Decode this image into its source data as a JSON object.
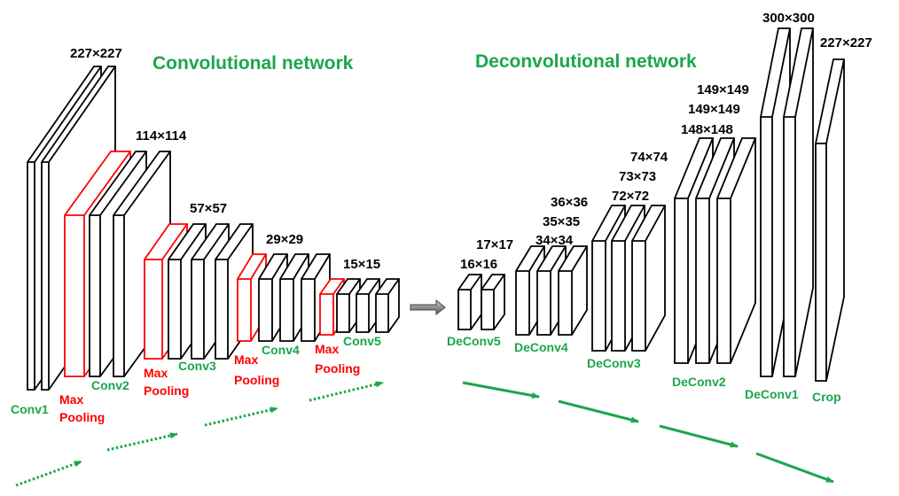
{
  "colors": {
    "black": "#000000",
    "red": "#ff0000",
    "green": "#1ca64c"
  },
  "titles": {
    "conv": "Convolutional network",
    "deconv": "Deconvolutional network"
  },
  "dims": {
    "d227a": "227×227",
    "d114": "114×114",
    "d57": "57×57",
    "d29": "29×29",
    "d15": "15×15",
    "d16": "16×16",
    "d17": "17×17",
    "d34": "34×34",
    "d35": "35×35",
    "d36": "36×36",
    "d72": "72×72",
    "d73": "73×73",
    "d74": "74×74",
    "d148": "148×148",
    "d149a": "149×149",
    "d149b": "149×149",
    "d300": "300×300",
    "d227b": "227×227"
  },
  "labels": {
    "conv1": "Conv1",
    "conv2": "Conv2",
    "conv3": "Conv3",
    "conv4": "Conv4",
    "conv5": "Conv5",
    "pool_max": "Max",
    "pool_pooling": "Pooling",
    "deconv5": "DeConv5",
    "deconv4": "DeConv4",
    "deconv3": "DeConv3",
    "deconv2": "DeConv2",
    "deconv1": "DeConv1",
    "crop": "Crop"
  }
}
